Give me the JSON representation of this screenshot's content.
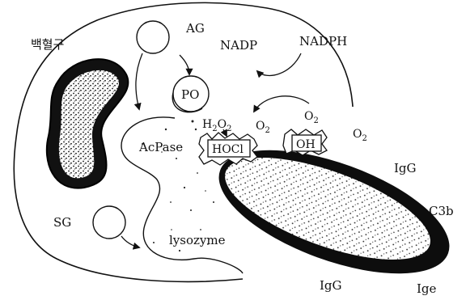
{
  "figure": {
    "cell_label": "백혈구",
    "granule_labels": {
      "ag": "AG",
      "sg": "SG"
    },
    "organelles": {
      "po": "PO",
      "acpase": "AcPase",
      "lysozyme": "lysozyme"
    },
    "cofactors": {
      "nadp": "NADP",
      "nadph": "NADPH"
    },
    "reactive_species": {
      "h2o2": {
        "main": "H",
        "sub1": "2",
        "mid": "O",
        "sub2": "2"
      },
      "hocl": "HOCl",
      "oh": "OH",
      "o2_a": {
        "main": "O",
        "sub": "2"
      },
      "o2_b": {
        "main": "O",
        "sub": "2"
      },
      "o2_c": {
        "main": "O",
        "sub": "2"
      }
    },
    "opsonins": {
      "igg_top": "IgG",
      "c3b": "C3b",
      "igg_bottom": "IgG",
      "ige": "Ige"
    }
  }
}
